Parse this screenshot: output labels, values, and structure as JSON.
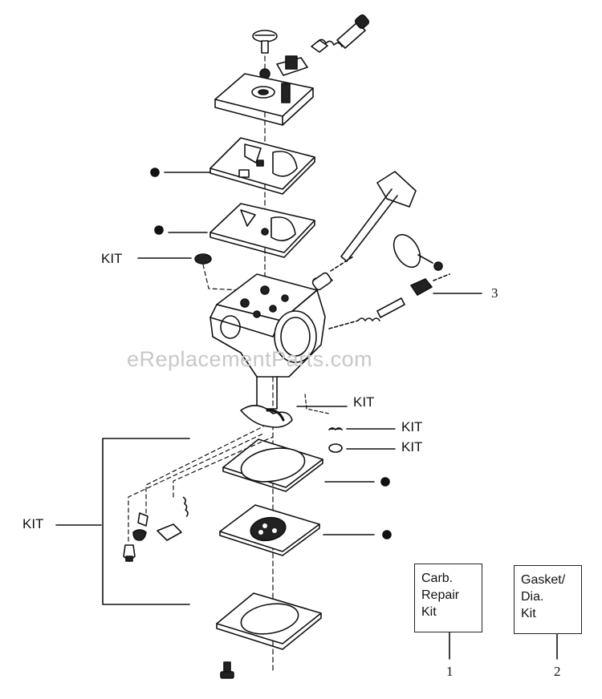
{
  "labels": {
    "kit_left_top": "KIT",
    "kit_middle": "KIT",
    "kit_right_1": "KIT",
    "kit_right_2": "KIT",
    "kit_left_bottom": "KIT",
    "callout_3": "3"
  },
  "watermark": "eReplacementParts.com",
  "legend": {
    "carb_repair_kit": {
      "lines": [
        "Carb.",
        "Repair",
        "Kit"
      ],
      "number": "1"
    },
    "gasket_dia_kit": {
      "lines": [
        "Gasket/",
        "Dia.",
        "Kit"
      ],
      "number": "2"
    }
  },
  "colors": {
    "ink": "#111111",
    "watermark": "#c8c8c8",
    "paper": "#ffffff"
  }
}
